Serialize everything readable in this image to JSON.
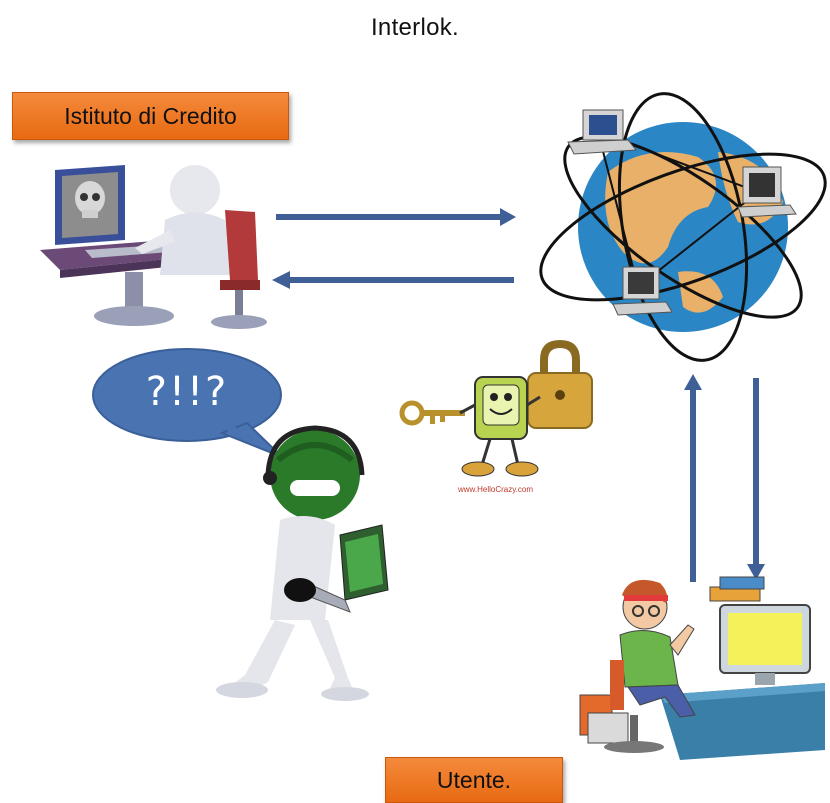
{
  "title": "Interlok.",
  "bank_label": "Istituto di Credito",
  "user_label": "Utente.",
  "bubble_text": "?!!?",
  "watermark_text": "www.HelloCrazy.com",
  "colors": {
    "arrow": "#3f5f97",
    "label_orange": "#ec7424",
    "bubble_blue": "#4a73b1",
    "globe_ocean": "#2b86c5",
    "globe_land": "#e8b068"
  },
  "icons": [
    "bank-computer-user-icon",
    "globe-network-icon",
    "lock-key-mascot-icon",
    "hacker-laptop-icon",
    "user-computer-desk-icon"
  ]
}
